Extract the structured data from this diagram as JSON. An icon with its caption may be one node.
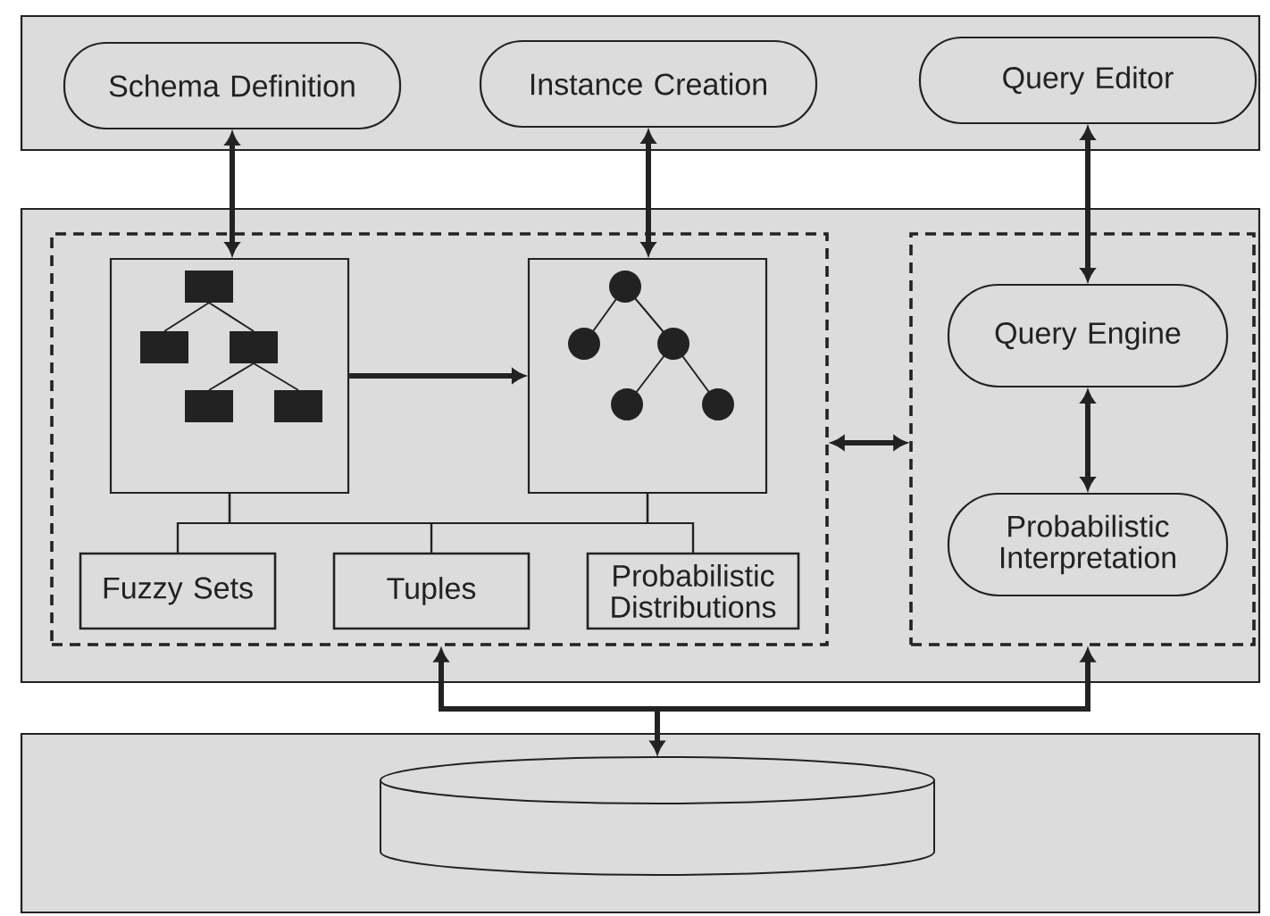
{
  "diagram": {
    "nodes": [
      {
        "text": [],
        "shape": "box"
      },
      {
        "text": [
          "Schema Definition"
        ],
        "in": 0
      },
      {
        "text": [
          "Instance Creation"
        ],
        "in": 0
      },
      {
        "text": [
          "Query Editor"
        ],
        "in": 0
      },
      {
        "text": [],
        "shape": "box"
      },
      {
        "text": [],
        "shape": "box",
        "in": 4
      },
      {
        "text": [],
        "shape": "picture",
        "in": 5
      },
      {
        "text": [],
        "shape": "picture",
        "in": 5
      },
      {
        "text": [
          "Fuzzy Sets"
        ],
        "in": 5
      },
      {
        "text": [
          "Tuples"
        ],
        "in": 5
      },
      {
        "text": [
          "Probabilistic Distributions"
        ],
        "in": 5
      },
      {
        "text": [],
        "shape": "box",
        "in": 4
      },
      {
        "text": [
          "Query Engine"
        ],
        "in": 11
      },
      {
        "text": [
          "Probabilistic Interpretation"
        ],
        "in": 11
      },
      {
        "text": [],
        "shape": "box"
      },
      {
        "text": [],
        "shape": "cylinder",
        "in": 14
      }
    ],
    "edges": [
      {
        "from": 1,
        "to": 6,
        "arrow": "both"
      },
      {
        "from": 2,
        "to": 7,
        "arrow": "both"
      },
      {
        "from": 3,
        "to": 12,
        "arrow": "both"
      },
      {
        "from": 6,
        "to": 7,
        "arrow": "to"
      },
      {
        "from": 5,
        "to": 11,
        "arrow": "both"
      },
      {
        "from": 12,
        "to": 13,
        "arrow": "both"
      },
      {
        "from": 15,
        "to": 5,
        "arrow": "both"
      },
      {
        "from": 15,
        "to": 11,
        "arrow": "both"
      },
      {
        "from": 6,
        "to": 8,
        "arrow": "none"
      },
      {
        "from": 6,
        "to": 9,
        "arrow": "none"
      },
      {
        "from": 6,
        "to": 10,
        "arrow": "none"
      },
      {
        "from": 7,
        "to": 8,
        "arrow": "none"
      },
      {
        "from": 7,
        "to": 9,
        "arrow": "none"
      },
      {
        "from": 7,
        "to": 10,
        "arrow": "none"
      }
    ]
  }
}
